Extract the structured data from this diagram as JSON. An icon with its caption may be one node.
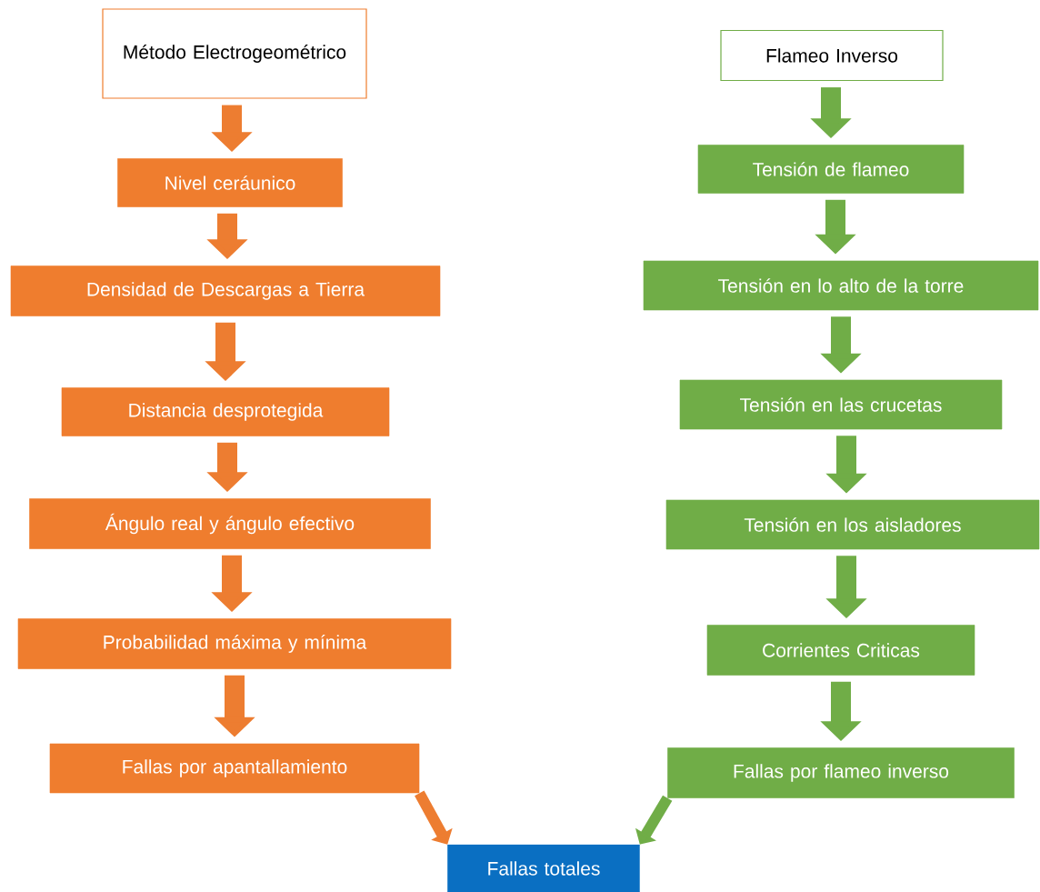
{
  "diagram": {
    "nodes": [
      {
        "text": [
          "Método Electrogeométrico"
        ]
      },
      {
        "text": [
          "Nivel ceráunico"
        ]
      },
      {
        "text": [
          "Densidad de Descargas a Tierra"
        ]
      },
      {
        "text": [
          "Distancia desprotegida"
        ]
      },
      {
        "text": [
          "Ángulo real y ángulo efectivo"
        ]
      },
      {
        "text": [
          "Probabilidad máxima y mínima"
        ]
      },
      {
        "text": [
          "Fallas por apantallamiento"
        ]
      },
      {
        "text": [
          "Flameo Inverso"
        ]
      },
      {
        "text": [
          "Tensión de flameo"
        ]
      },
      {
        "text": [
          "Tensión en lo alto de la torre"
        ]
      },
      {
        "text": [
          "Tensión en las crucetas"
        ]
      },
      {
        "text": [
          "Tensión en los aisladores"
        ]
      },
      {
        "text": [
          "Corrientes Criticas"
        ]
      },
      {
        "text": [
          "Fallas por flameo inverso"
        ]
      },
      {
        "text": [
          "Fallas totales"
        ]
      }
    ],
    "edges": [
      {
        "from": 0,
        "to": 1,
        "arrow": "to",
        "color": "#ed7d31"
      },
      {
        "from": 1,
        "to": 2,
        "arrow": "to",
        "color": "#ed7d31"
      },
      {
        "from": 2,
        "to": 3,
        "arrow": "to",
        "color": "#ed7d31"
      },
      {
        "from": 3,
        "to": 4,
        "arrow": "to",
        "color": "#ed7d31"
      },
      {
        "from": 4,
        "to": 5,
        "arrow": "to",
        "color": "#ed7d31"
      },
      {
        "from": 5,
        "to": 6,
        "arrow": "to",
        "color": "#ed7d31"
      },
      {
        "from": 6,
        "to": 14,
        "arrow": "to",
        "color": "#ed7d31"
      },
      {
        "from": 7,
        "to": 8,
        "arrow": "to",
        "color": "#70ad47"
      },
      {
        "from": 8,
        "to": 9,
        "arrow": "to",
        "color": "#70ad47"
      },
      {
        "from": 9,
        "to": 10,
        "arrow": "to",
        "color": "#70ad47"
      },
      {
        "from": 10,
        "to": 11,
        "arrow": "to",
        "color": "#70ad47"
      },
      {
        "from": 11,
        "to": 12,
        "arrow": "to",
        "color": "#70ad47"
      },
      {
        "from": 12,
        "to": 13,
        "arrow": "to",
        "color": "#70ad47"
      },
      {
        "from": 13,
        "to": 14,
        "arrow": "to",
        "color": "#70ad47"
      }
    ]
  }
}
